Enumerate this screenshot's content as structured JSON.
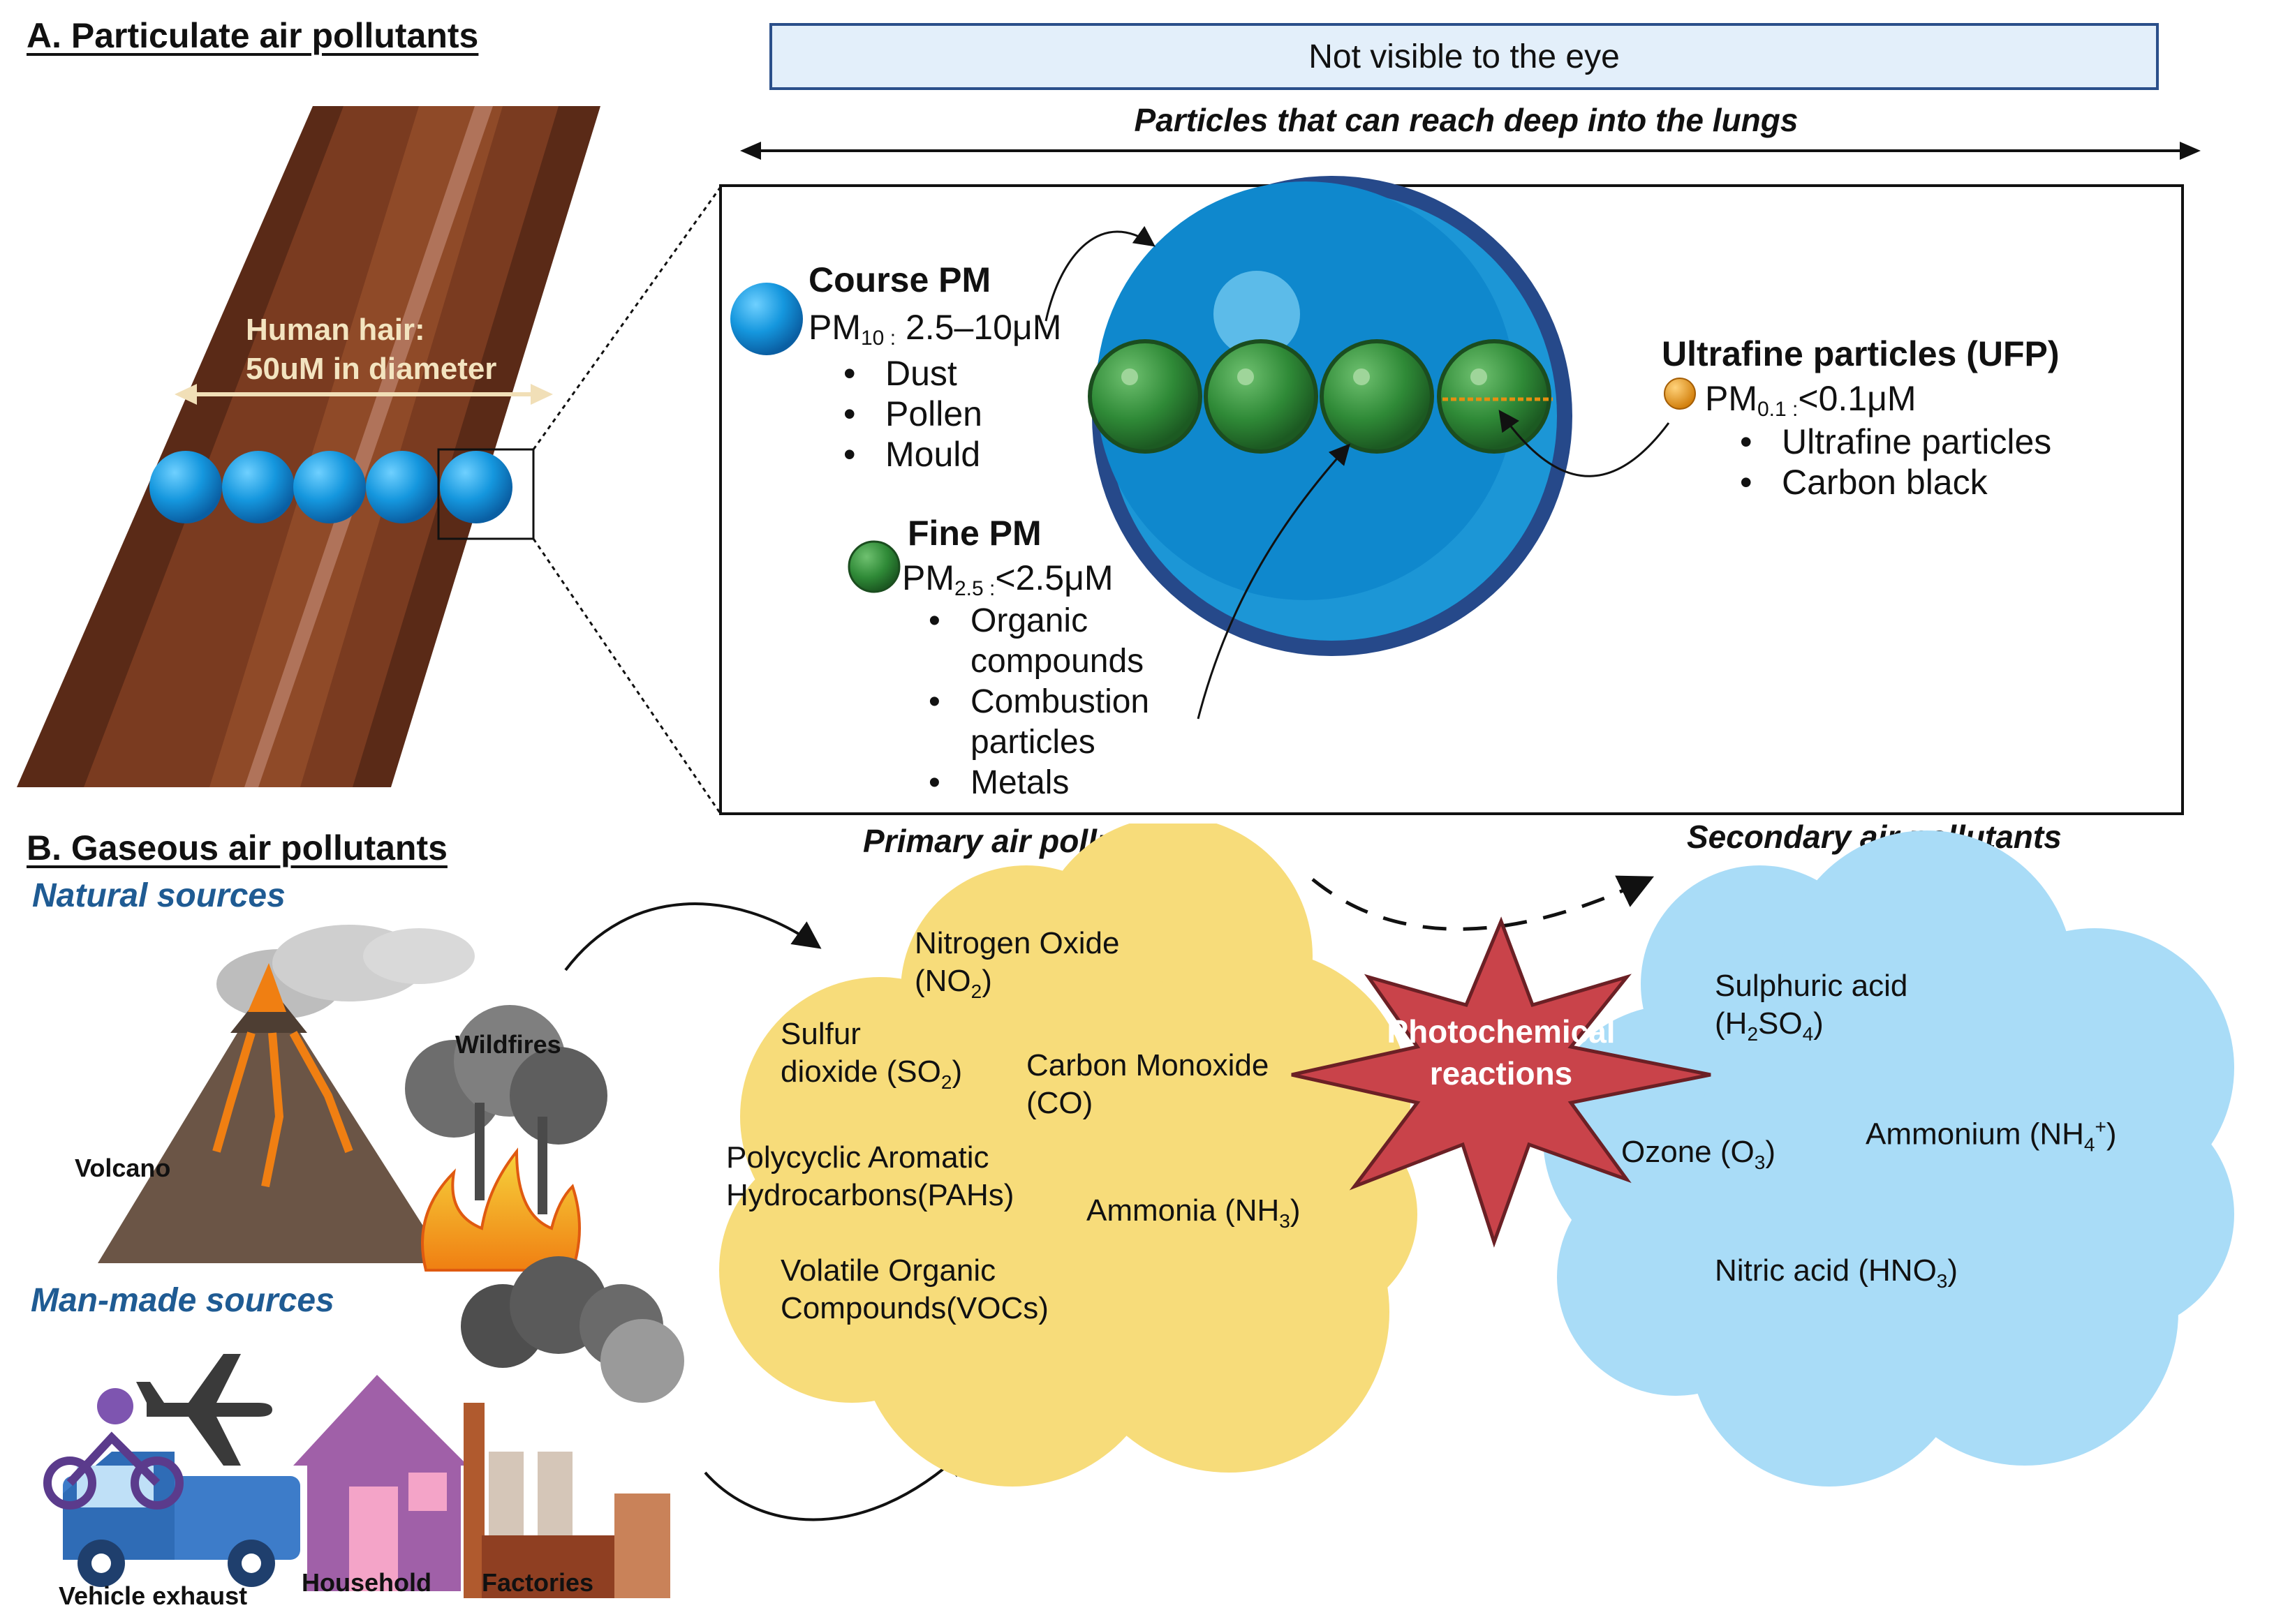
{
  "section_a": {
    "title": "A. Particulate air pollutants",
    "banner": "Not visible to the eye",
    "lungs_label": "Particles that can reach deep into the lungs",
    "hair_label_1": "Human hair:",
    "hair_label_2": "50uM in diameter",
    "coarse": {
      "title": "Course PM",
      "pm_main": "PM",
      "pm_sub": "10 :",
      "pm_range": "2.5–10μM",
      "items": [
        "Dust",
        "Pollen",
        "Mould"
      ]
    },
    "fine": {
      "title": "Fine PM",
      "pm_main": "PM",
      "pm_sub": "2.5 :",
      "pm_range": "<2.5μM",
      "items": [
        "Organic compounds",
        "Combustion particles",
        "Metals"
      ]
    },
    "ultrafine": {
      "title": "Ultrafine particles (UFP)",
      "pm_main": "PM",
      "pm_sub": "0.1 :",
      "pm_range": "<0.1μM",
      "items": [
        "Ultrafine particles",
        "Carbon black"
      ]
    }
  },
  "section_b": {
    "title": "B. Gaseous air pollutants",
    "natural_sources": "Natural sources",
    "manmade_sources": "Man-made sources",
    "natural_labels": {
      "volcano": "Volcano",
      "wildfires": "Wildfires"
    },
    "manmade_labels": {
      "vehicle": "Vehicle exhaust",
      "household": "Household",
      "factories": "Factories"
    },
    "primary_title": "Primary air pollutants",
    "secondary_title": "Secondary air pollutants",
    "reaction_1": "Photochemical",
    "reaction_2": "reactions",
    "primary": {
      "no2_a": "Nitrogen Oxide",
      "no2_b": "(NO",
      "no2_sub": "2",
      "no2_c": ")",
      "so2_a": "Sulfur",
      "so2_b": "dioxide (SO",
      "so2_sub": "2",
      "so2_c": ")",
      "co_a": "Carbon Monoxide",
      "co_b": "(CO)",
      "pah_a": "Polycyclic Aromatic",
      "pah_b": "Hydrocarbons(PAHs)",
      "nh3_a": "Ammonia (NH",
      "nh3_sub": "3",
      "nh3_c": ")",
      "voc_a": "Volatile Organic",
      "voc_b": "Compounds(VOCs)"
    },
    "secondary": {
      "h2so4_a": "Sulphuric acid",
      "h2so4_b": "(H",
      "h2so4_sub1": "2",
      "h2so4_c": "SO",
      "h2so4_sub2": "4",
      "h2so4_d": ")",
      "nh4_a": "Ammonium (NH",
      "nh4_sub": "4",
      "nh4_sup": "+",
      "nh4_c": ")",
      "o3_a": "Ozone (O",
      "o3_sub": "3",
      "o3_c": ")",
      "hno3_a": "Nitric acid (HNO",
      "hno3_sub": "3",
      "hno3_c": ")"
    }
  },
  "colors": {
    "coarse_blue": "#1190d6",
    "fine_green": "#2e8a36",
    "ufp_orange": "#e58f10",
    "primary_cloud": "#f7dc7a",
    "secondary_cloud": "#a9dcf7",
    "reaction_star": "#c9434a",
    "banner_fill": "#e3effa",
    "source_title": "#1f5b93"
  }
}
